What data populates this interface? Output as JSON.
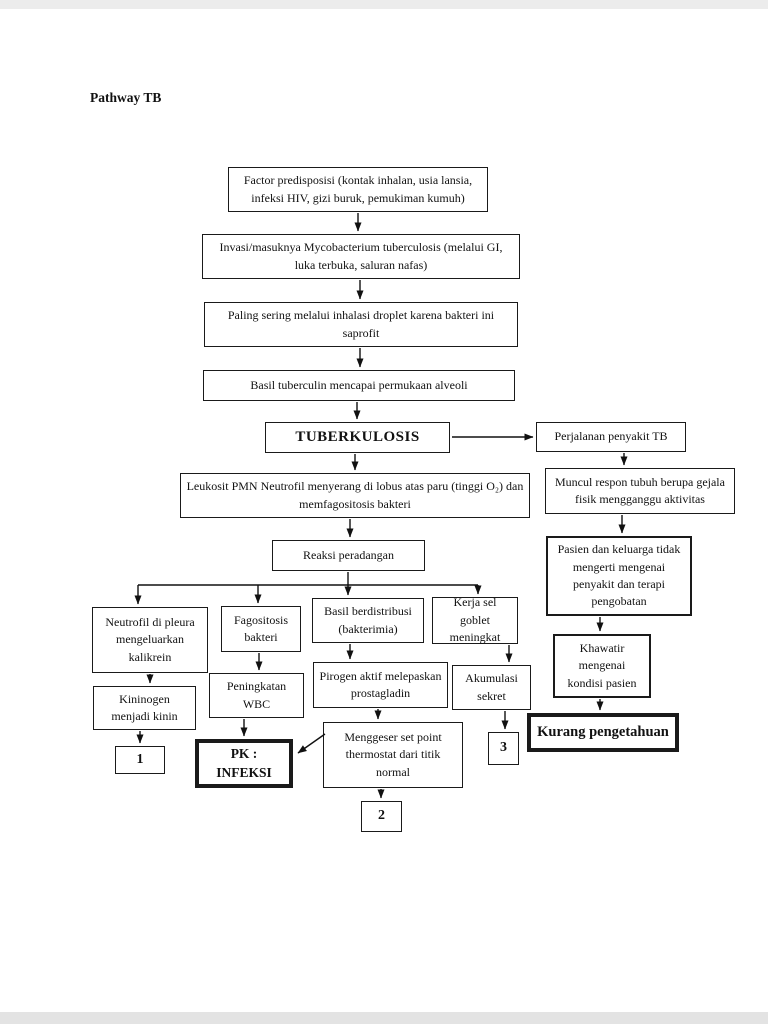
{
  "page": {
    "title": "Pathway TB"
  },
  "nodes": {
    "factor_predisposisi": "Factor predisposisi (kontak inhalan, usia lansia, infeksi HIV, gizi buruk, pemukiman kumuh)",
    "invasi": "Invasi/masuknya Mycobacterium tuberculosis (melalui GI, luka terbuka, saluran nafas)",
    "inhalasi_droplet": "Paling sering melalui inhalasi droplet karena bakteri ini saprofit",
    "basil_tuberculin": "Basil tuberculin mencapai permukaan alveoli",
    "tuberkulosis": "TUBERKULOSIS",
    "perjalanan_penyakit": "Perjalanan penyakit TB",
    "leukosit_pmn": "Leukosit PMN Neutrofil menyerang di lobus atas paru (tinggi O₂) dan memfagositosis bakteri",
    "muncul_respon": "Muncul respon tubuh berupa gejala fisik mengganggu aktivitas",
    "reaksi_peradangan": "Reaksi peradangan",
    "pasien_keluarga": "Pasien dan keluarga tidak mengerti mengenai penyakit dan terapi pengobatan",
    "neutrofil_pleura": "Neutrofil di pleura mengeluarkan kalikrein",
    "fagositosis_bakteri": "Fagositosis bakteri",
    "basil_berdistribusi": "Basil berdistribusi (bakterimia)",
    "kerja_sel_goblet": "Kerja sel goblet meningkat",
    "khawatir": "Khawatir mengenai kondisi pasien",
    "kininogen": "Kininogen menjadi kinin",
    "peningkatan_wbc": "Peningkatan WBC",
    "pirogen": "Pirogen aktif melepaskan prostagladin",
    "akumulasi_sekret": "Akumulasi sekret",
    "num_1": "1",
    "pk_infeksi": "PK :\nINFEKSI",
    "menggeser": "Menggeser set point thermostat dari titik normal",
    "num_2": "2",
    "num_3": "3",
    "kurang_pengetahuan": "Kurang pengetahuan"
  }
}
